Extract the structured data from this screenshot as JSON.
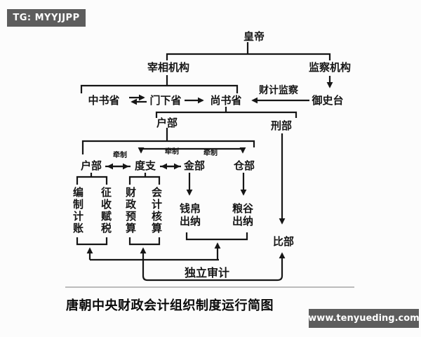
{
  "badges": {
    "tg": "TG: MYYJJPP",
    "url": "www.tenyueding.com"
  },
  "caption": "唐朝中央财政会计组织制度运行简图",
  "colors": {
    "ink": "#161616",
    "badge_bg": "#5d5d5d",
    "badge_text": "#ffffff",
    "separator": "#bcbcbc",
    "background": "#fcfcfc"
  },
  "nodes": {
    "emperor": "皇帝",
    "chancellor_org": "宰相机构",
    "supervisory_org": "监察机构",
    "fiscal_supervision": "财计监察",
    "zhongshu_sheng": "中书省",
    "menxia_sheng": "门下省",
    "shangshu_sheng": "尚书省",
    "yushitai": "御史台",
    "hubu_ministry": "户部",
    "xingbu": "刑部",
    "hubu_dept": "户部",
    "duzhi": "度支",
    "jinbu": "金部",
    "cangbu": "仓部",
    "qianzhi_1": "牵制",
    "qianzhi_2": "牵制",
    "qianzhi_3": "牵制",
    "bianzhi_jizhang": "编制计账",
    "zhengshou_fushui": "征收赋税",
    "caizheng_yusuan": "财政预算",
    "kuaiji_hesuan": "会计核算",
    "qianbo_chuna": "钱帛出纳",
    "lianggu_chuna": "粮谷出纳",
    "bibu": "比部",
    "duli_shenji": "独立审计"
  }
}
